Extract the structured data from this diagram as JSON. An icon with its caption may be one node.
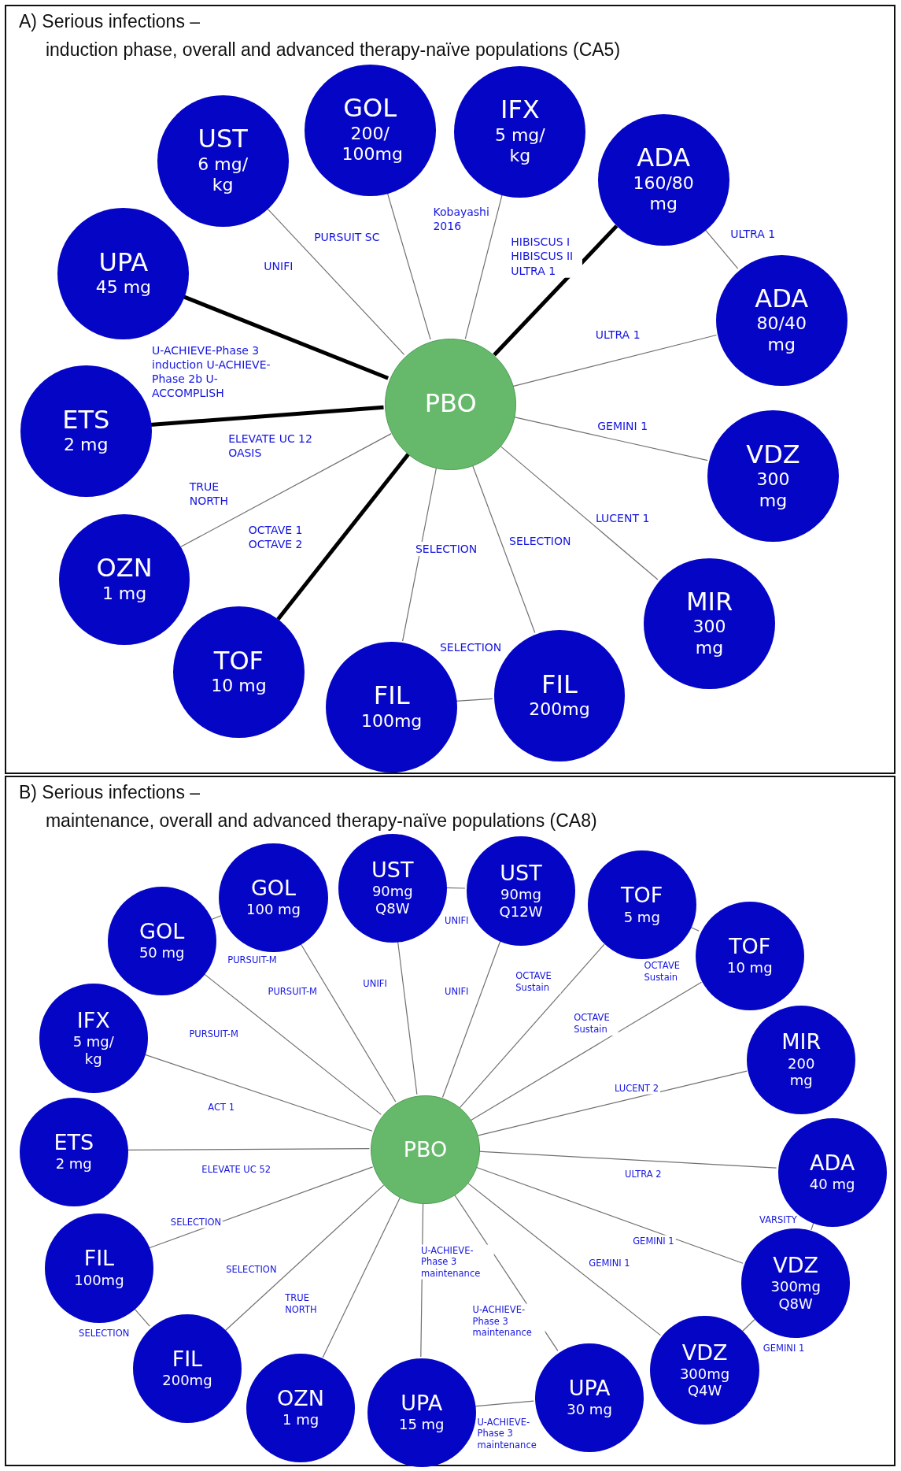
{
  "diagram": {
    "nodes": [
      {
        "text": [
          "A) Serious infections –",
          "induction phase, overall and advanced therapy-naïve populations (CA5)"
        ]
      },
      {
        "text": [
          "UST",
          "6 mg/ kg"
        ],
        "in": 0
      },
      {
        "text": [
          "GOL",
          "200/ 100mg"
        ],
        "in": 0
      },
      {
        "text": [
          "IFX",
          "5 mg/ kg"
        ],
        "in": 0
      },
      {
        "text": [
          "ADA",
          "160/80 mg"
        ],
        "in": 0
      },
      {
        "text": [
          "UPA",
          "45 mg"
        ],
        "in": 0
      },
      {
        "text": [
          "ADA",
          "80/40 mg"
        ],
        "in": 0
      },
      {
        "text": [
          "PBO"
        ],
        "in": 0
      },
      {
        "text": [
          "ETS",
          "2 mg"
        ],
        "in": 0
      },
      {
        "text": [
          "VDZ",
          "300 mg"
        ],
        "in": 0
      },
      {
        "text": [
          "OZN",
          "1 mg"
        ],
        "in": 0
      },
      {
        "text": [
          "MIR",
          "300 mg"
        ],
        "in": 0
      },
      {
        "text": [
          "TOF",
          "10 mg"
        ],
        "in": 0
      },
      {
        "text": [
          "FIL",
          "200mg"
        ],
        "in": 0
      },
      {
        "text": [
          "FIL",
          "100mg"
        ],
        "in": 0
      },
      {
        "text": [
          "B) Serious infections –",
          "maintenance, overall and advanced therapy-naïve populations (CA8)"
        ]
      },
      {
        "text": [
          "UST",
          "90mg Q8W"
        ],
        "in": 15
      },
      {
        "text": [
          "UST",
          "90mg Q12W"
        ],
        "in": 15
      },
      {
        "text": [
          "GOL",
          "100 mg"
        ],
        "in": 15
      },
      {
        "text": [
          "TOF",
          "5 mg"
        ],
        "in": 15
      },
      {
        "text": [
          "GOL",
          "50 mg"
        ],
        "in": 15
      },
      {
        "text": [
          "TOF",
          "10 mg"
        ],
        "in": 15
      },
      {
        "text": [
          "IFX",
          "5 mg/ kg"
        ],
        "in": 15
      },
      {
        "text": [
          "MIR",
          "200 mg"
        ],
        "in": 15
      },
      {
        "text": [
          "PBO"
        ],
        "in": 15
      },
      {
        "text": [
          "ETS",
          "2 mg"
        ],
        "in": 15
      },
      {
        "text": [
          "ADA",
          "40 mg"
        ],
        "in": 15
      },
      {
        "text": [
          "FIL",
          "100mg"
        ],
        "in": 15
      },
      {
        "text": [
          "VDZ",
          "300mg Q8W"
        ],
        "in": 15
      },
      {
        "text": [
          "FIL",
          "200mg"
        ],
        "in": 15
      },
      {
        "text": [
          "VDZ",
          "300mg Q4W"
        ],
        "in": 15
      },
      {
        "text": [
          "UPA",
          "30 mg"
        ],
        "in": 15
      },
      {
        "text": [
          "OZN",
          "1 mg"
        ],
        "in": 15
      },
      {
        "text": [
          "UPA",
          "15 mg"
        ],
        "in": 15
      }
    ],
    "edges": [
      {
        "from": 7,
        "to": 1,
        "arrow": "none",
        "label": "UNIFI"
      },
      {
        "from": 7,
        "to": 2,
        "arrow": "none",
        "label": "PURSUIT SC"
      },
      {
        "from": 7,
        "to": 3,
        "arrow": "none",
        "label": "Kobayashi 2016"
      },
      {
        "from": 7,
        "to": 4,
        "arrow": "none",
        "label": "HIBISCUS I HIBISCUS II ULTRA 1",
        "style": "thick",
        "color": "#000000"
      },
      {
        "from": 4,
        "to": 6,
        "arrow": "none",
        "label": "ULTRA 1"
      },
      {
        "from": 7,
        "to": 6,
        "arrow": "none",
        "label": "ULTRA 1"
      },
      {
        "from": 7,
        "to": 5,
        "arrow": "none",
        "label": "U-ACHIEVE-Phase 3 induction U-ACHIEVE-Phase 2b U-ACCOMPLISH",
        "style": "thick",
        "color": "#000000"
      },
      {
        "from": 7,
        "to": 8,
        "arrow": "none",
        "label": "ELEVATE UC 12 OASIS",
        "style": "thick",
        "color": "#000000"
      },
      {
        "from": 7,
        "to": 9,
        "arrow": "none",
        "label": "GEMINI 1"
      },
      {
        "from": 7,
        "to": 10,
        "arrow": "none",
        "label": "TRUE NORTH"
      },
      {
        "from": 7,
        "to": 11,
        "arrow": "none",
        "label": "LUCENT 1"
      },
      {
        "from": 7,
        "to": 12,
        "arrow": "none",
        "label": "OCTAVE 1 OCTAVE 2",
        "style": "thick",
        "color": "#000000"
      },
      {
        "from": 7,
        "to": 14,
        "arrow": "none",
        "label": "SELECTION"
      },
      {
        "from": 7,
        "to": 13,
        "arrow": "none",
        "label": "SELECTION"
      },
      {
        "from": 14,
        "to": 13,
        "arrow": "none",
        "label": "SELECTION"
      },
      {
        "from": 24,
        "to": 20,
        "arrow": "none",
        "label": "PURSUIT-M"
      },
      {
        "from": 20,
        "to": 18,
        "arrow": "none",
        "label": "PURSUIT-M"
      },
      {
        "from": 24,
        "to": 18,
        "arrow": "none",
        "label": "PURSUIT-M"
      },
      {
        "from": 24,
        "to": 16,
        "arrow": "none",
        "label": "UNIFI"
      },
      {
        "from": 16,
        "to": 17,
        "arrow": "none",
        "label": "UNIFI"
      },
      {
        "from": 24,
        "to": 17,
        "arrow": "none",
        "label": "UNIFI"
      },
      {
        "from": 24,
        "to": 19,
        "arrow": "none",
        "label": "OCTAVE Sustain"
      },
      {
        "from": 19,
        "to": 21,
        "arrow": "none",
        "label": "OCTAVE Sustain"
      },
      {
        "from": 24,
        "to": 21,
        "arrow": "none",
        "label": "OCTAVE Sustain"
      },
      {
        "from": 24,
        "to": 22,
        "arrow": "none",
        "label": "ACT 1"
      },
      {
        "from": 24,
        "to": 23,
        "arrow": "none",
        "label": "LUCENT 2"
      },
      {
        "from": 24,
        "to": 25,
        "arrow": "none",
        "label": "ELEVATE UC 52"
      },
      {
        "from": 24,
        "to": 26,
        "arrow": "none",
        "label": "ULTRA 2"
      },
      {
        "from": 26,
        "to": 28,
        "arrow": "none",
        "label": "VARSITY"
      },
      {
        "from": 24,
        "to": 28,
        "arrow": "none",
        "label": "GEMINI 1"
      },
      {
        "from": 24,
        "to": 30,
        "arrow": "none",
        "label": "GEMINI 1"
      },
      {
        "from": 28,
        "to": 30,
        "arrow": "none",
        "label": "GEMINI 1"
      },
      {
        "from": 24,
        "to": 27,
        "arrow": "none",
        "label": "SELECTION"
      },
      {
        "from": 24,
        "to": 29,
        "arrow": "none",
        "label": "SELECTION"
      },
      {
        "from": 27,
        "to": 29,
        "arrow": "none",
        "label": "SELECTION"
      },
      {
        "from": 24,
        "to": 32,
        "arrow": "none",
        "label": "TRUE NORTH"
      },
      {
        "from": 24,
        "to": 33,
        "arrow": "none",
        "label": "U-ACHIEVE-Phase 3 maintenance"
      },
      {
        "from": 24,
        "to": 31,
        "arrow": "none",
        "label": "U-ACHIEVE-Phase 3 maintenance"
      },
      {
        "from": 33,
        "to": 31,
        "arrow": "none",
        "label": "U-ACHIEVE-Phase 3 maintenance"
      }
    ]
  }
}
